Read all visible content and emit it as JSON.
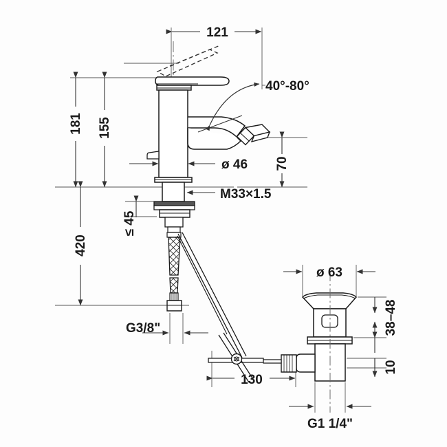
{
  "drawing": {
    "title": "Bidet mixer with pop-up waste dimensional drawing",
    "type": "technical-dimension-drawing",
    "units": "mm",
    "line_color": "#1a1a1a",
    "dim_color": "#4d4d4d",
    "background_color": "#fdfdfd",
    "fill_color": "#ffffff"
  },
  "dimensions": {
    "spout_reach": "121",
    "total_height": "181",
    "height_to_lever": "155",
    "body_diameter": "ø 46",
    "spout_angle": "40°-80°",
    "spout_height": "70",
    "thread_size": "M33×1.5",
    "deck_thickness": "≤ 45",
    "hose_length": "420",
    "supply_connection": "G3/8\"",
    "drain_flange_diameter": "ø 63",
    "drain_body_range": "38–48",
    "drain_tail_height": "10",
    "drain_outlet": "G1 1/4\"",
    "rod_offset": "130"
  },
  "labels": [
    {
      "id": "dim-121",
      "text": "121",
      "orientation": "horizontal"
    },
    {
      "id": "dim-181",
      "text": "181",
      "orientation": "vertical"
    },
    {
      "id": "dim-155",
      "text": "155",
      "orientation": "vertical"
    },
    {
      "id": "dim-angle",
      "text": "40°-80°",
      "orientation": "horizontal"
    },
    {
      "id": "dim-d46",
      "text": "ø 46",
      "orientation": "horizontal"
    },
    {
      "id": "dim-70",
      "text": "70",
      "orientation": "vertical"
    },
    {
      "id": "dim-m33",
      "text": "M33×1.5",
      "orientation": "horizontal"
    },
    {
      "id": "dim-45",
      "text": "≤45",
      "orientation": "vertical"
    },
    {
      "id": "dim-420",
      "text": "420",
      "orientation": "vertical"
    },
    {
      "id": "dim-g38",
      "text": "G3/8\"",
      "orientation": "horizontal"
    },
    {
      "id": "dim-d63",
      "text": "ø 63",
      "orientation": "horizontal"
    },
    {
      "id": "dim-3848",
      "text": "38–48",
      "orientation": "vertical"
    },
    {
      "id": "dim-10",
      "text": "10",
      "orientation": "vertical"
    },
    {
      "id": "dim-g114",
      "text": "G1 1/4\"",
      "orientation": "horizontal"
    },
    {
      "id": "dim-130",
      "text": "130",
      "orientation": "horizontal"
    }
  ],
  "components": {
    "faucet": "single-lever bidet mixer",
    "lever": "flat lever handle shown in closed and raised (dashed) position",
    "spout": "swivel spout with aerator",
    "hoses": "two braided flexible supply hoses",
    "drain": "pop-up waste body with flange and pull-rod linkage",
    "pull_rod": "lift rod with cross linkage and screw clamp"
  }
}
